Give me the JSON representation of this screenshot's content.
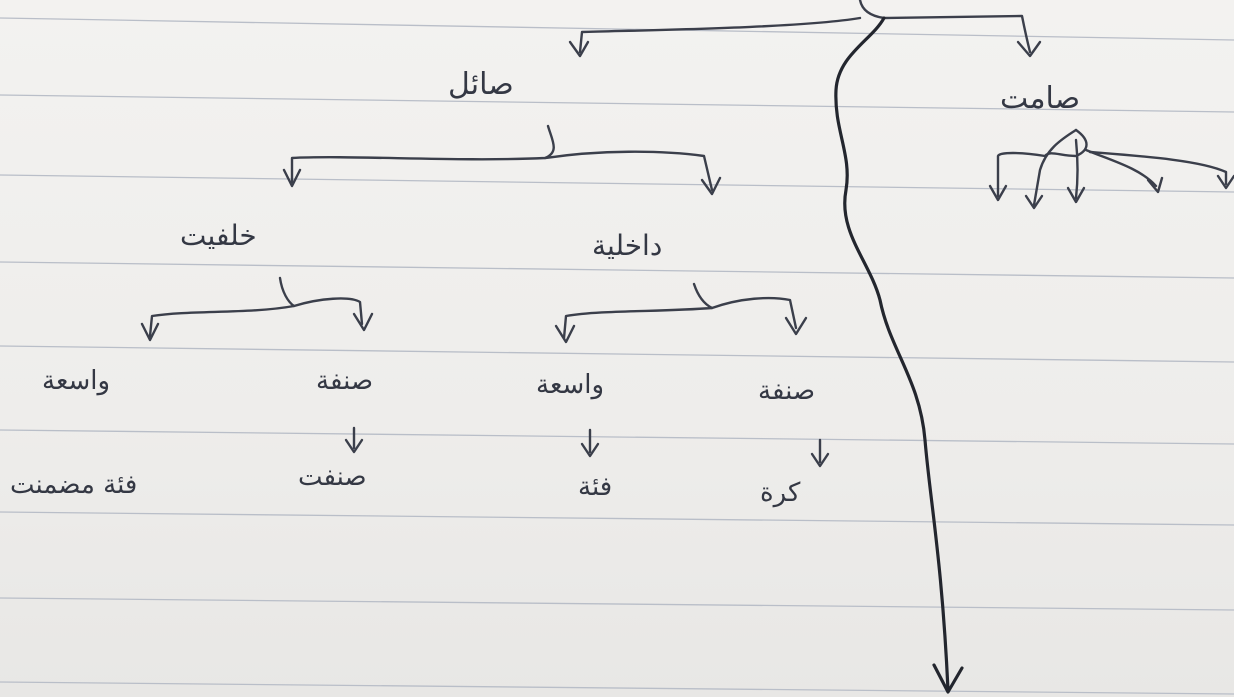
{
  "diagram": {
    "left_branch": {
      "root": "صائل",
      "children": [
        {
          "label": "داخلية",
          "children": [
            {
              "label": "صنفة",
              "item": "كرة"
            },
            {
              "label": "واسعة",
              "item": "فئة"
            }
          ]
        },
        {
          "label": "خلفيت",
          "children": [
            {
              "label": "صنفة",
              "item": "صنفت"
            },
            {
              "label": "واسعة",
              "item": "فئة مضمنت"
            }
          ]
        }
      ]
    },
    "right_branch": {
      "root": "صامت",
      "child_count": 5
    }
  },
  "colors": {
    "paper": "#eeedeb",
    "ruled_line": "#b9bec8",
    "ink": "#3b3f4b",
    "ink_bold": "#23262e"
  }
}
